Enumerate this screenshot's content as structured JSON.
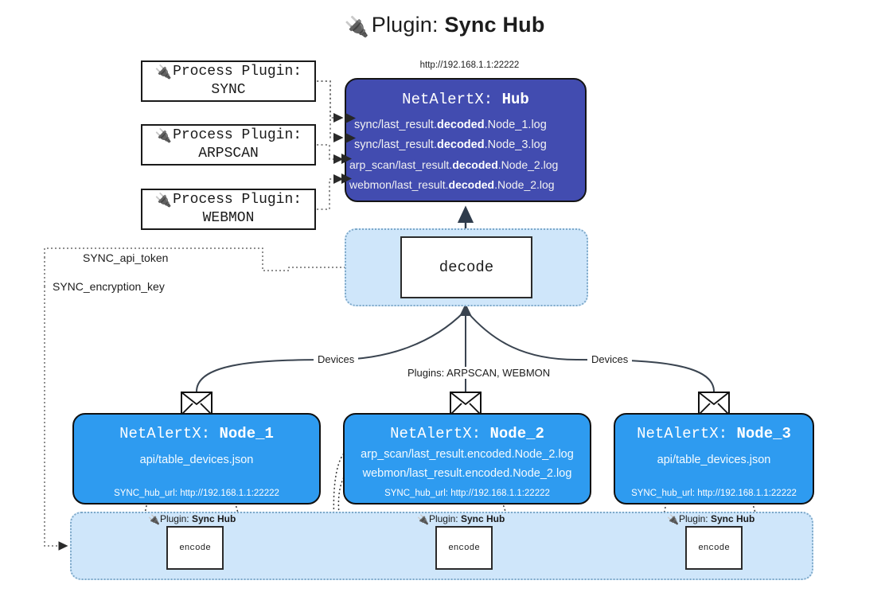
{
  "title": {
    "icon": "electric-plug-icon",
    "glyph": "🔌",
    "prefix": "Plugin: ",
    "name": "Sync Hub"
  },
  "colors": {
    "hub_fill": "#424cb0",
    "node_fill": "#2e9bf0",
    "zone_fill": "#cfe6fa",
    "zone_border": "#7ea9c9",
    "box_border": "#101010",
    "text_dark": "#1d1d1d",
    "text_light": "#ffffff"
  },
  "process_plugins": [
    {
      "glyph": "🔌",
      "line1": "Process Plugin:",
      "line2": "SYNC"
    },
    {
      "glyph": "🔌",
      "line1": "Process Plugin:",
      "line2": "ARPSCAN"
    },
    {
      "glyph": "🔌",
      "line1": "Process Plugin:",
      "line2": "WEBMON"
    }
  ],
  "hub": {
    "url": "http://192.168.1.1:22222",
    "app": "NetAlertX: ",
    "name": "Hub",
    "logs": [
      {
        "pre": "sync/last_result.",
        "mid": "decoded",
        "post": ".Node_1.log"
      },
      {
        "pre": "sync/last_result.",
        "mid": "decoded",
        "post": ".Node_3.log"
      },
      {
        "pre": "arp_scan/last_result.",
        "mid": "decoded",
        "post": ".Node_2.log"
      },
      {
        "pre": "webmon/last_result.",
        "mid": "decoded",
        "post": ".Node_2.log"
      }
    ]
  },
  "decode": {
    "label": "decode"
  },
  "keys": {
    "api_token": "SYNC_api_token",
    "encryption_key": "SYNC_encryption_key"
  },
  "edge_labels": {
    "devices_left": "Devices",
    "devices_right": "Devices",
    "plugins_mid": "Plugins: ARPSCAN, WEBMON"
  },
  "nodes": [
    {
      "app": "NetAlertX: ",
      "name": "Node_1",
      "icon": "envelope-icon",
      "rows": [
        "api/table_devices.json"
      ],
      "url_label": "SYNC_hub_url: ",
      "url": "http://192.168.1.1:22222"
    },
    {
      "app": "NetAlertX: ",
      "name": "Node_2",
      "icon": "envelope-icon",
      "rows": [
        "arp_scan/last_result.encoded.Node_2.log",
        "webmon/last_result.encoded.Node_2.log"
      ],
      "url_label": "SYNC_hub_url: ",
      "url": "http://192.168.1.1:22222"
    },
    {
      "app": "NetAlertX: ",
      "name": "Node_3",
      "icon": "envelope-icon",
      "rows": [
        "api/table_devices.json"
      ],
      "url_label": "SYNC_hub_url: ",
      "url": "http://192.168.1.1:22222"
    }
  ],
  "encoders": [
    {
      "glyph": "🔌",
      "prefix": "Plugin: ",
      "name": "Sync Hub",
      "box_label": "encode"
    },
    {
      "glyph": "🔌",
      "prefix": "Plugin: ",
      "name": "Sync Hub",
      "box_label": "encode"
    },
    {
      "glyph": "🔌",
      "prefix": "Plugin: ",
      "name": "Sync Hub",
      "box_label": "encode"
    }
  ]
}
